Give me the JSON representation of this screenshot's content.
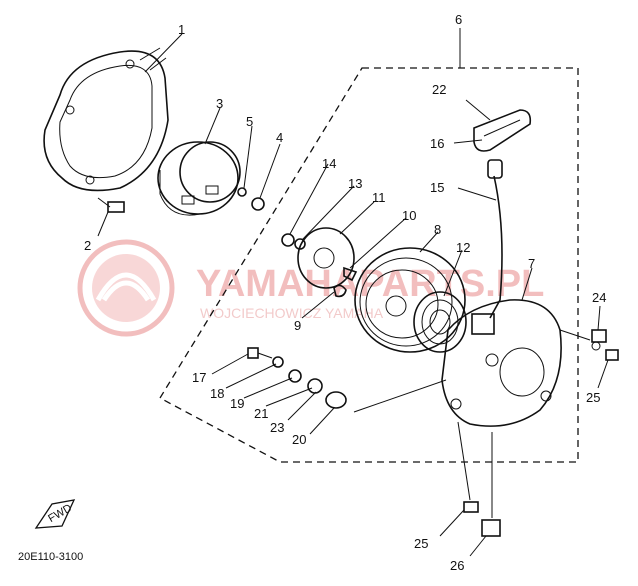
{
  "diagram": {
    "drawing_code": "20E110-3100",
    "fwd_badge": "FWD",
    "watermark": {
      "brand": "YAMAHAPARTS.PL",
      "tagline": "WOJCIECHOWICZ YAMAHA"
    },
    "callouts": [
      {
        "id": "c1",
        "text": "1"
      },
      {
        "id": "c2",
        "text": "2"
      },
      {
        "id": "c3",
        "text": "3"
      },
      {
        "id": "c4",
        "text": "4"
      },
      {
        "id": "c5",
        "text": "5"
      },
      {
        "id": "c6",
        "text": "6"
      },
      {
        "id": "c7",
        "text": "7"
      },
      {
        "id": "c8",
        "text": "8"
      },
      {
        "id": "c9",
        "text": "9"
      },
      {
        "id": "c10",
        "text": "10"
      },
      {
        "id": "c11",
        "text": "11"
      },
      {
        "id": "c12",
        "text": "12"
      },
      {
        "id": "c13",
        "text": "13"
      },
      {
        "id": "c14",
        "text": "14"
      },
      {
        "id": "c15",
        "text": "15"
      },
      {
        "id": "c16",
        "text": "16"
      },
      {
        "id": "c17",
        "text": "17"
      },
      {
        "id": "c18",
        "text": "18"
      },
      {
        "id": "c19",
        "text": "19"
      },
      {
        "id": "c20",
        "text": "20"
      },
      {
        "id": "c21",
        "text": "21"
      },
      {
        "id": "c22",
        "text": "22"
      },
      {
        "id": "c23",
        "text": "23"
      },
      {
        "id": "c24",
        "text": "24"
      },
      {
        "id": "c25a",
        "text": "25"
      },
      {
        "id": "c25b",
        "text": "25"
      },
      {
        "id": "c26",
        "text": "26"
      }
    ]
  }
}
